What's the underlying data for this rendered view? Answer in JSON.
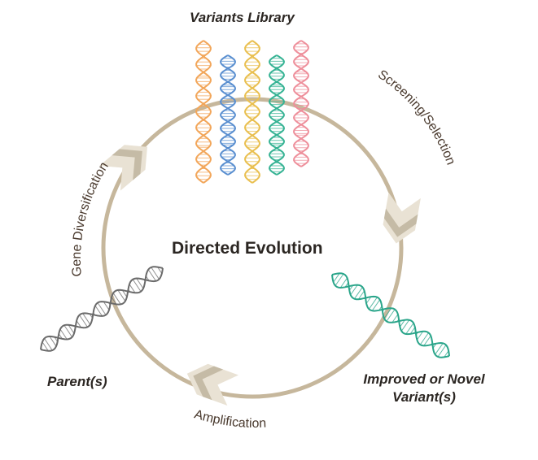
{
  "title": "Directed Evolution",
  "nodes": {
    "library": "Variants Library",
    "parents": "Parent(s)",
    "improved_line1": "Improved or Novel",
    "improved_line2": "Variant(s)"
  },
  "steps": {
    "diversification": "Gene Diversification",
    "screening": "Screening/Selection",
    "amplification": "Amplification"
  },
  "colors": {
    "ring": "#c6b79c",
    "arrow_light": "#e9e2d4",
    "arrow_dark": "#a89a80",
    "parent_dna": "#6b6b6b",
    "improved_dna": "#2aa58a",
    "library_dna": [
      "#f2a65a",
      "#5a8fd0",
      "#e9bf4f",
      "#36b394",
      "#ee8f9b"
    ]
  }
}
